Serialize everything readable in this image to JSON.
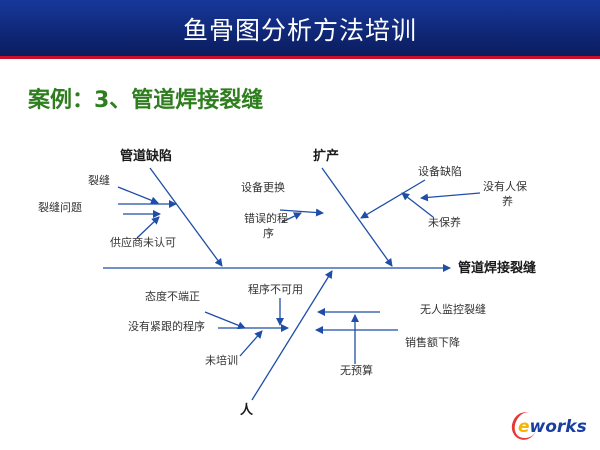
{
  "header": {
    "title": "鱼骨图分析方法培训"
  },
  "case_title": "案例：3、管道焊接裂缝",
  "diagram": {
    "effect": "管道焊接裂缝",
    "categories": {
      "pipe_defect": "管道缺陷",
      "expansion": "扩产",
      "people": "人"
    },
    "causes": {
      "crack": "裂缝",
      "crack_issue": "裂缝问题",
      "supplier_unapproved": "供应商未认可",
      "equipment_replacement": "设备更换",
      "wrong_procedure_line1": "错误的程",
      "wrong_procedure_line2": "序",
      "equipment_defect": "设备缺陷",
      "no_maintenance_guarantee_line1": "没有人保",
      "no_maintenance_guarantee_line2": "养",
      "not_maintained": "未保养",
      "bad_attitude": "态度不端正",
      "procedure_unavailable": "程序不可用",
      "no_follow_up_procedure": "没有紧跟的程序",
      "untrained": "未培训",
      "no_crack_monitoring": "无人监控裂缝",
      "sales_decline": "销售额下降",
      "no_budget": "无预算"
    }
  },
  "logo": {
    "prefix": "e",
    "rest": "works"
  },
  "colors": {
    "line": "#1f4ea8",
    "header": "#0e2470",
    "accent_red": "#c8102e",
    "case_title": "#2e7d1e"
  }
}
